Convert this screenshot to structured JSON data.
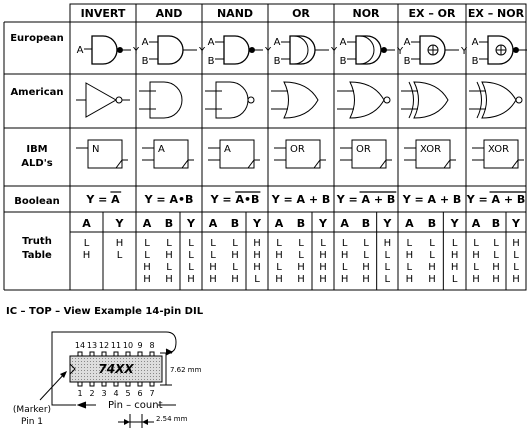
{
  "columns": [
    {
      "key": "inv",
      "header": "INVERT",
      "boolean": "Y = A",
      "bool_overline": true,
      "ald": "N",
      "truth": {
        "cols": [
          "A",
          "Y"
        ],
        "rows": [
          [
            "L",
            "H"
          ],
          [
            "H",
            "L"
          ]
        ]
      }
    },
    {
      "key": "and",
      "header": "AND",
      "boolean": "Y = A•B",
      "bool_overline": false,
      "ald": "A",
      "truth": {
        "cols": [
          "A",
          "B",
          "Y"
        ],
        "rows": [
          [
            "L",
            "L",
            "L"
          ],
          [
            "L",
            "H",
            "L"
          ],
          [
            "H",
            "L",
            "L"
          ],
          [
            "H",
            "H",
            "H"
          ]
        ]
      }
    },
    {
      "key": "nand",
      "header": "NAND",
      "boolean": "Y = A•B",
      "bool_overline": true,
      "ald": "A",
      "truth": {
        "cols": [
          "A",
          "B",
          "Y"
        ],
        "rows": [
          [
            "L",
            "L",
            "H"
          ],
          [
            "L",
            "H",
            "H"
          ],
          [
            "H",
            "L",
            "H"
          ],
          [
            "H",
            "H",
            "L"
          ]
        ]
      }
    },
    {
      "key": "or",
      "header": "OR",
      "boolean": "Y = A + B",
      "bool_overline": false,
      "ald": "OR",
      "truth": {
        "cols": [
          "A",
          "B",
          "Y"
        ],
        "rows": [
          [
            "L",
            "L",
            "L"
          ],
          [
            "H",
            "L",
            "H"
          ],
          [
            "L",
            "H",
            "H"
          ],
          [
            "H",
            "H",
            "H"
          ]
        ]
      }
    },
    {
      "key": "nor",
      "header": "NOR",
      "boolean": "Y = A + B",
      "bool_overline": true,
      "ald": "OR",
      "truth": {
        "cols": [
          "A",
          "B",
          "Y"
        ],
        "rows": [
          [
            "L",
            "L",
            "H"
          ],
          [
            "H",
            "L",
            "L"
          ],
          [
            "L",
            "H",
            "L"
          ],
          [
            "H",
            "H",
            "L"
          ]
        ]
      }
    },
    {
      "key": "xor",
      "header": "EX – OR",
      "boolean": "Y = A + B",
      "bool_overline": false,
      "ald": "XOR",
      "truth": {
        "cols": [
          "A",
          "B",
          "Y"
        ],
        "rows": [
          [
            "L",
            "L",
            "L"
          ],
          [
            "H",
            "L",
            "H"
          ],
          [
            "L",
            "H",
            "H"
          ],
          [
            "H",
            "H",
            "L"
          ]
        ]
      }
    },
    {
      "key": "xnor",
      "header": "EX – NOR",
      "boolean": "Y = A + B",
      "bool_overline": true,
      "ald": "XOR",
      "truth": {
        "cols": [
          "A",
          "B",
          "Y"
        ],
        "rows": [
          [
            "L",
            "L",
            "H"
          ],
          [
            "H",
            "L",
            "L"
          ],
          [
            "L",
            "H",
            "L"
          ],
          [
            "H",
            "H",
            "H"
          ]
        ]
      }
    }
  ],
  "rows": {
    "european": "European",
    "american": "American",
    "ibm_line1": "IBM",
    "ibm_line2": "ALD's",
    "boolean": "Boolean",
    "truth_line1": "Truth",
    "truth_line2": "Table"
  },
  "pin_labels": {
    "a": "A",
    "b": "B",
    "y": "Y"
  },
  "ic": {
    "title": "IC – TOP – View   Example  14-pin  DIL",
    "chip_label": "74XX",
    "top_pins": [
      "14",
      "13",
      "12",
      "11",
      "10",
      "9",
      "8"
    ],
    "bottom_pins": [
      "1",
      "2",
      "3",
      "4",
      "5",
      "6",
      "7"
    ],
    "width_label": "7.62 mm",
    "pitch_label": "2.54 mm",
    "pin_count_label": "Pin – count",
    "marker_label": "(Marker)",
    "pin1_label": "Pin 1"
  }
}
